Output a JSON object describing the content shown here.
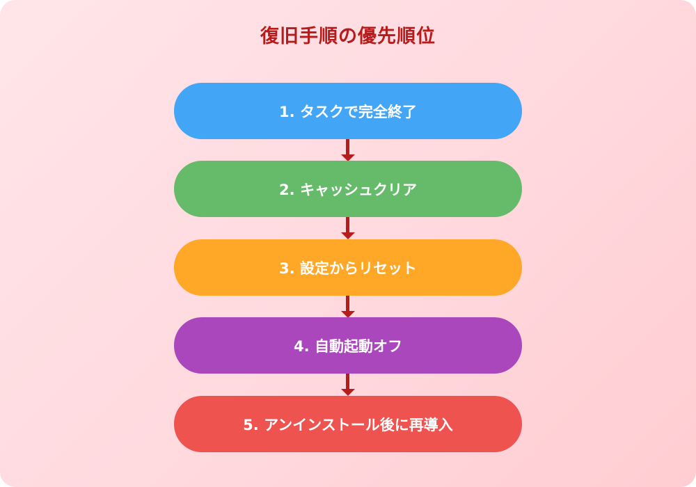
{
  "title": "復旧手順の優先順位",
  "colors": {
    "title": "#b71c1c",
    "arrow": "#b71c1c",
    "background_start": "#ffe5e9",
    "background_end": "#ffcdd2"
  },
  "steps": [
    {
      "label": "1. タスクで完全終了",
      "color": "#42a5f5"
    },
    {
      "label": "2. キャッシュクリア",
      "color": "#66bb6a"
    },
    {
      "label": "3. 設定からリセット",
      "color": "#ffa726"
    },
    {
      "label": "4. 自動起動オフ",
      "color": "#ab47bc"
    },
    {
      "label": "5. アンインストール後に再導入",
      "color": "#ef5350"
    }
  ]
}
